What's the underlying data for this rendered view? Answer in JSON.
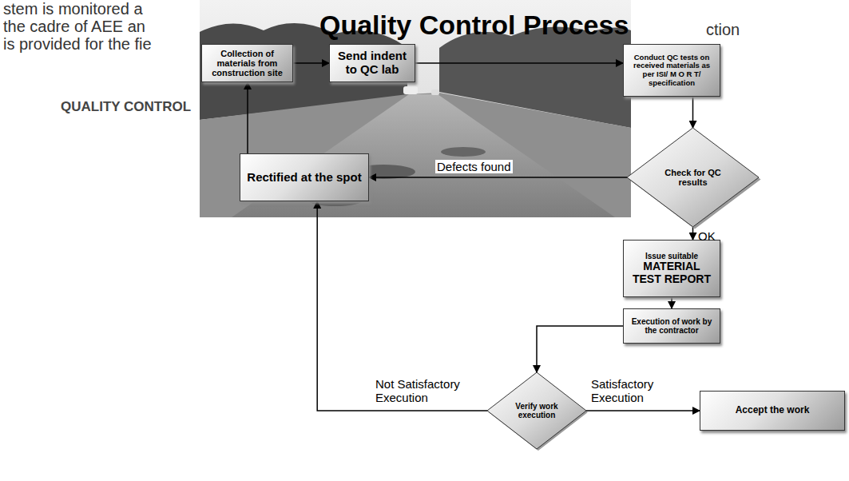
{
  "diagram": {
    "title": "Quality Control Process",
    "nodes": [
      {
        "text": [
          "Collection of materials from construction site"
        ]
      },
      {
        "text": [
          "Send indent to QC lab"
        ]
      },
      {
        "text": [
          "Conduct QC tests on received materials as per ISI/ M O R T/ specification"
        ]
      },
      {
        "text": [
          "Check for QC results"
        ]
      },
      {
        "text": [
          "Rectified at the spot"
        ]
      },
      {
        "text": [
          "Issue suitable",
          "MATERIAL TEST REPORT"
        ]
      },
      {
        "text": [
          "Execution of work by the contractor"
        ]
      },
      {
        "text": [
          "Verify work execution"
        ]
      },
      {
        "text": [
          "Accept the work"
        ]
      }
    ],
    "edges": [
      {
        "from": 0,
        "to": 1,
        "arrow": "to"
      },
      {
        "from": 1,
        "to": 2,
        "arrow": "to"
      },
      {
        "from": 2,
        "to": 3,
        "arrow": "to"
      },
      {
        "from": 3,
        "to": 4,
        "label": "Defects found",
        "arrow": "to"
      },
      {
        "from": 3,
        "to": 5,
        "label": "OK",
        "arrow": "to"
      },
      {
        "from": 5,
        "to": 6,
        "arrow": "to"
      },
      {
        "from": 6,
        "to": 7,
        "arrow": "to"
      },
      {
        "from": 7,
        "to": 8,
        "label": "Satisfactory Execution",
        "arrow": "to"
      },
      {
        "from": 7,
        "to": 4,
        "label": "Not Satisfactory Execution",
        "arrow": "to"
      },
      {
        "from": 4,
        "to": 0,
        "arrow": "to"
      }
    ],
    "labels": [
      "stem is monitored a",
      "the cadre of AEE an",
      "is provided for the fie",
      "ction",
      "QUALITY CONTROL"
    ]
  }
}
